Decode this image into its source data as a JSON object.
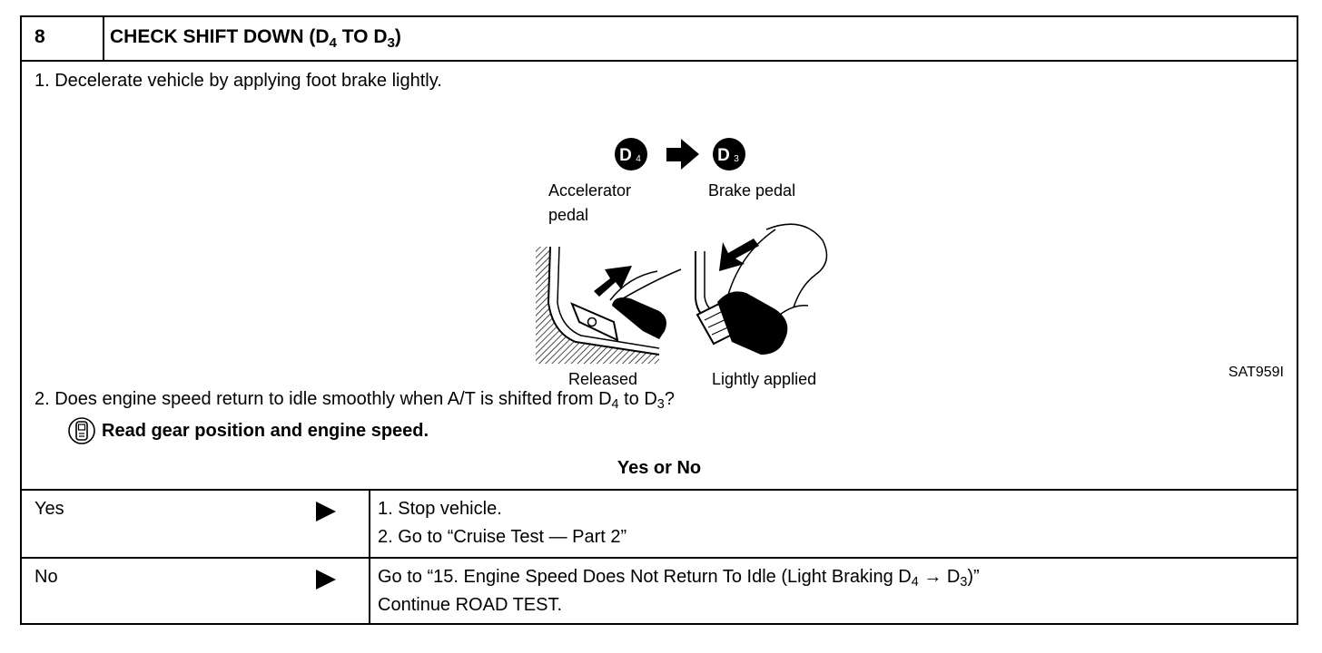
{
  "header": {
    "step_number": "8",
    "title_prefix": "CHECK SHIFT DOWN (D",
    "title_sub1": "4",
    "title_mid": " TO D",
    "title_sub2": "3",
    "title_suffix": ")"
  },
  "step1": {
    "text": "1.  Decelerate vehicle by applying foot brake lightly."
  },
  "illustration": {
    "badge_from": "D4",
    "badge_to": "D3",
    "label_accelerator_line1": "Accelerator",
    "label_accelerator_line2": "pedal",
    "label_brake": "Brake  pedal",
    "label_released": "Released",
    "label_lightly_applied": "Lightly  applied",
    "figure_id": "SAT959I"
  },
  "step2": {
    "prefix": "2.  Does engine speed return to idle smoothly when A/T is shifted from D",
    "sub1": "4",
    "mid": " to D",
    "sub2": "3",
    "suffix": "?",
    "instruction": "Read gear position and engine speed.",
    "icon": "consult-tester-icon"
  },
  "question": "Yes or No",
  "answers": [
    {
      "label": "Yes",
      "lines": [
        "1.  Stop vehicle.",
        "2.  Go to “Cruise Test — Part 2”"
      ]
    },
    {
      "label": "No",
      "line1_prefix": "Go to “15. Engine Speed Does Not Return To Idle (Light Braking D",
      "line1_sub1": "4",
      "line1_arrow": " → D",
      "line1_sub2": "3",
      "line1_suffix": ")”",
      "line2": "Continue ROAD TEST."
    }
  ]
}
